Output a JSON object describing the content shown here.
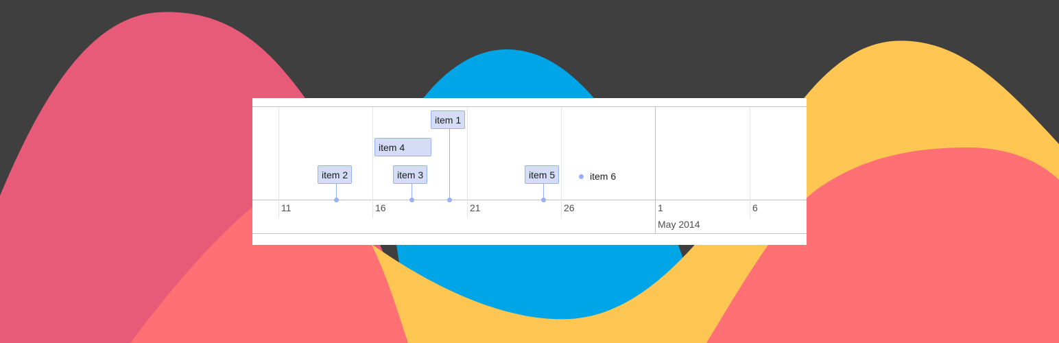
{
  "background": {
    "base_color": "#3f3f3f",
    "wave_colors": [
      "#e75b78",
      "#00a5e8",
      "#fdc652",
      "#ff7074"
    ]
  },
  "timeline": {
    "axis": {
      "minor_labels": [
        "11",
        "16",
        "21",
        "26",
        "1",
        "6"
      ],
      "major_label": "May 2014"
    },
    "items": [
      {
        "label": "item 1",
        "type": "box",
        "date": "2014-04-20"
      },
      {
        "label": "item 2",
        "type": "box",
        "date": "2014-04-14"
      },
      {
        "label": "item 3",
        "type": "box",
        "date": "2014-04-18"
      },
      {
        "label": "item 4",
        "type": "range",
        "start": "2014-04-16",
        "end": "2014-04-19"
      },
      {
        "label": "item 5",
        "type": "box",
        "date": "2014-04-25"
      },
      {
        "label": "item 6",
        "type": "point",
        "date": "2014-04-27"
      }
    ],
    "colors": {
      "item_fill": "#d5ddf6",
      "item_border": "#97b0f8",
      "grid_minor": "#e5e5e5",
      "grid_major": "#bfbfbf"
    }
  }
}
